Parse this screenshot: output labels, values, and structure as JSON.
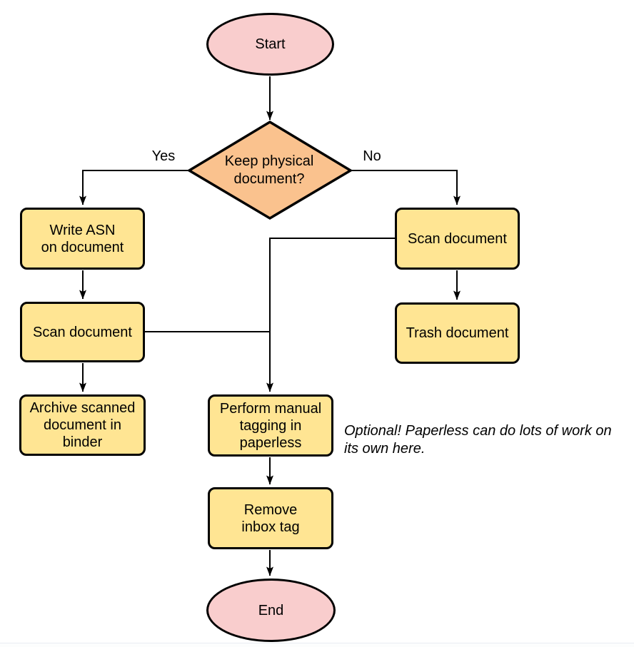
{
  "colors": {
    "terminator_fill": "#f9cdcd",
    "decision_fill": "#fac28e",
    "process_fill": "#ffe593",
    "stroke": "#000000",
    "bottom_edge_line": "#e9edf2"
  },
  "nodes": {
    "start": {
      "label": "Start"
    },
    "decision": {
      "label": "Keep physical\ndocument?"
    },
    "write_asn": {
      "label": "Write ASN\non document"
    },
    "scan_left": {
      "label": "Scan document"
    },
    "archive": {
      "label": "Archive scanned\ndocument in\nbinder"
    },
    "scan_right": {
      "label": "Scan document"
    },
    "trash": {
      "label": "Trash document"
    },
    "tagging": {
      "label": "Perform manual\ntagging in\npaperless"
    },
    "remove_inbox": {
      "label": "Remove\ninbox tag"
    },
    "end": {
      "label": "End"
    }
  },
  "edge_labels": {
    "yes": "Yes",
    "no": "No"
  },
  "annotation": {
    "text": "Optional! Paperless can do lots of work on\nits own here."
  }
}
